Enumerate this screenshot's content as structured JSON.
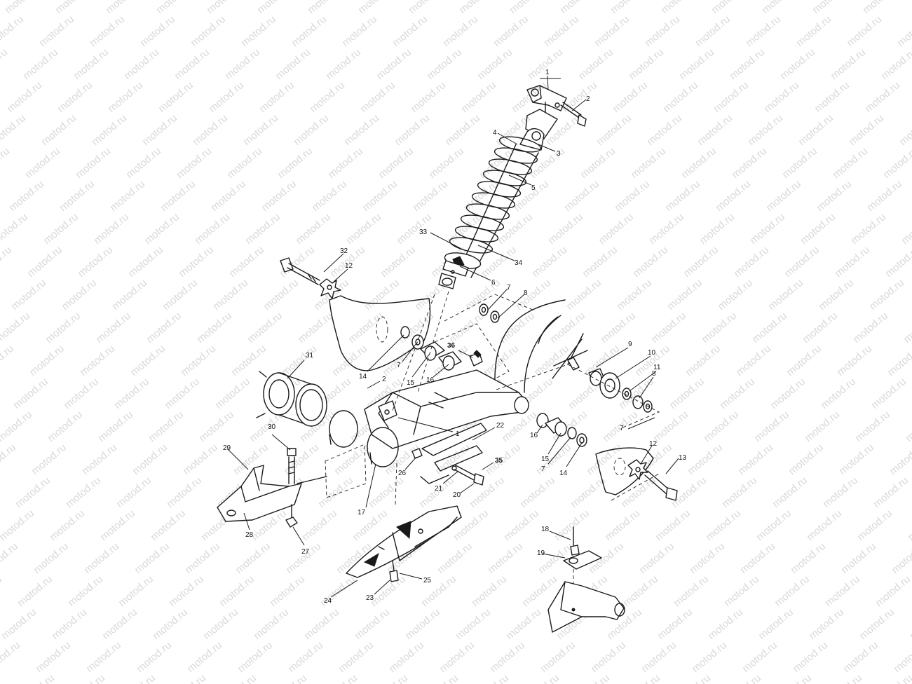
{
  "watermark": {
    "text": "motod.ru"
  },
  "callouts": [
    {
      "id": "c1",
      "text": "1"
    },
    {
      "id": "c2",
      "text": "2"
    },
    {
      "id": "c3",
      "text": "3"
    },
    {
      "id": "c4",
      "text": "4"
    },
    {
      "id": "c5",
      "text": "5"
    },
    {
      "id": "c6",
      "text": "6"
    },
    {
      "id": "c7a",
      "text": "7"
    },
    {
      "id": "c8a",
      "text": "8"
    },
    {
      "id": "c9",
      "text": "9"
    },
    {
      "id": "c10",
      "text": "10"
    },
    {
      "id": "c11",
      "text": "11"
    },
    {
      "id": "c8b",
      "text": "8"
    },
    {
      "id": "c7b",
      "text": "7"
    },
    {
      "id": "c12a",
      "text": "12"
    },
    {
      "id": "c32",
      "text": "32"
    },
    {
      "id": "c33",
      "text": "33"
    },
    {
      "id": "c34",
      "text": "34"
    },
    {
      "id": "c36",
      "text": "36"
    },
    {
      "id": "c14a",
      "text": "14"
    },
    {
      "id": "c7c",
      "text": "7"
    },
    {
      "id": "c15a",
      "text": "15"
    },
    {
      "id": "c16a",
      "text": "16"
    },
    {
      "id": "c2b",
      "text": "2"
    },
    {
      "id": "c31",
      "text": "31"
    },
    {
      "id": "c1b",
      "text": "1"
    },
    {
      "id": "c22",
      "text": "22"
    },
    {
      "id": "c16b",
      "text": "16"
    },
    {
      "id": "c15b",
      "text": "15"
    },
    {
      "id": "c7d",
      "text": "7"
    },
    {
      "id": "c14b",
      "text": "14"
    },
    {
      "id": "c12b",
      "text": "12"
    },
    {
      "id": "c13",
      "text": "13"
    },
    {
      "id": "c30",
      "text": "30"
    },
    {
      "id": "c29",
      "text": "29"
    },
    {
      "id": "c26",
      "text": "26"
    },
    {
      "id": "c35",
      "text": "35"
    },
    {
      "id": "c21",
      "text": "21"
    },
    {
      "id": "c20",
      "text": "20"
    },
    {
      "id": "c17",
      "text": "17"
    },
    {
      "id": "c28",
      "text": "28"
    },
    {
      "id": "c27",
      "text": "27"
    },
    {
      "id": "c18",
      "text": "18"
    },
    {
      "id": "c19",
      "text": "19"
    },
    {
      "id": "c25",
      "text": "25"
    },
    {
      "id": "c24",
      "text": "24"
    },
    {
      "id": "c23",
      "text": "23"
    }
  ]
}
